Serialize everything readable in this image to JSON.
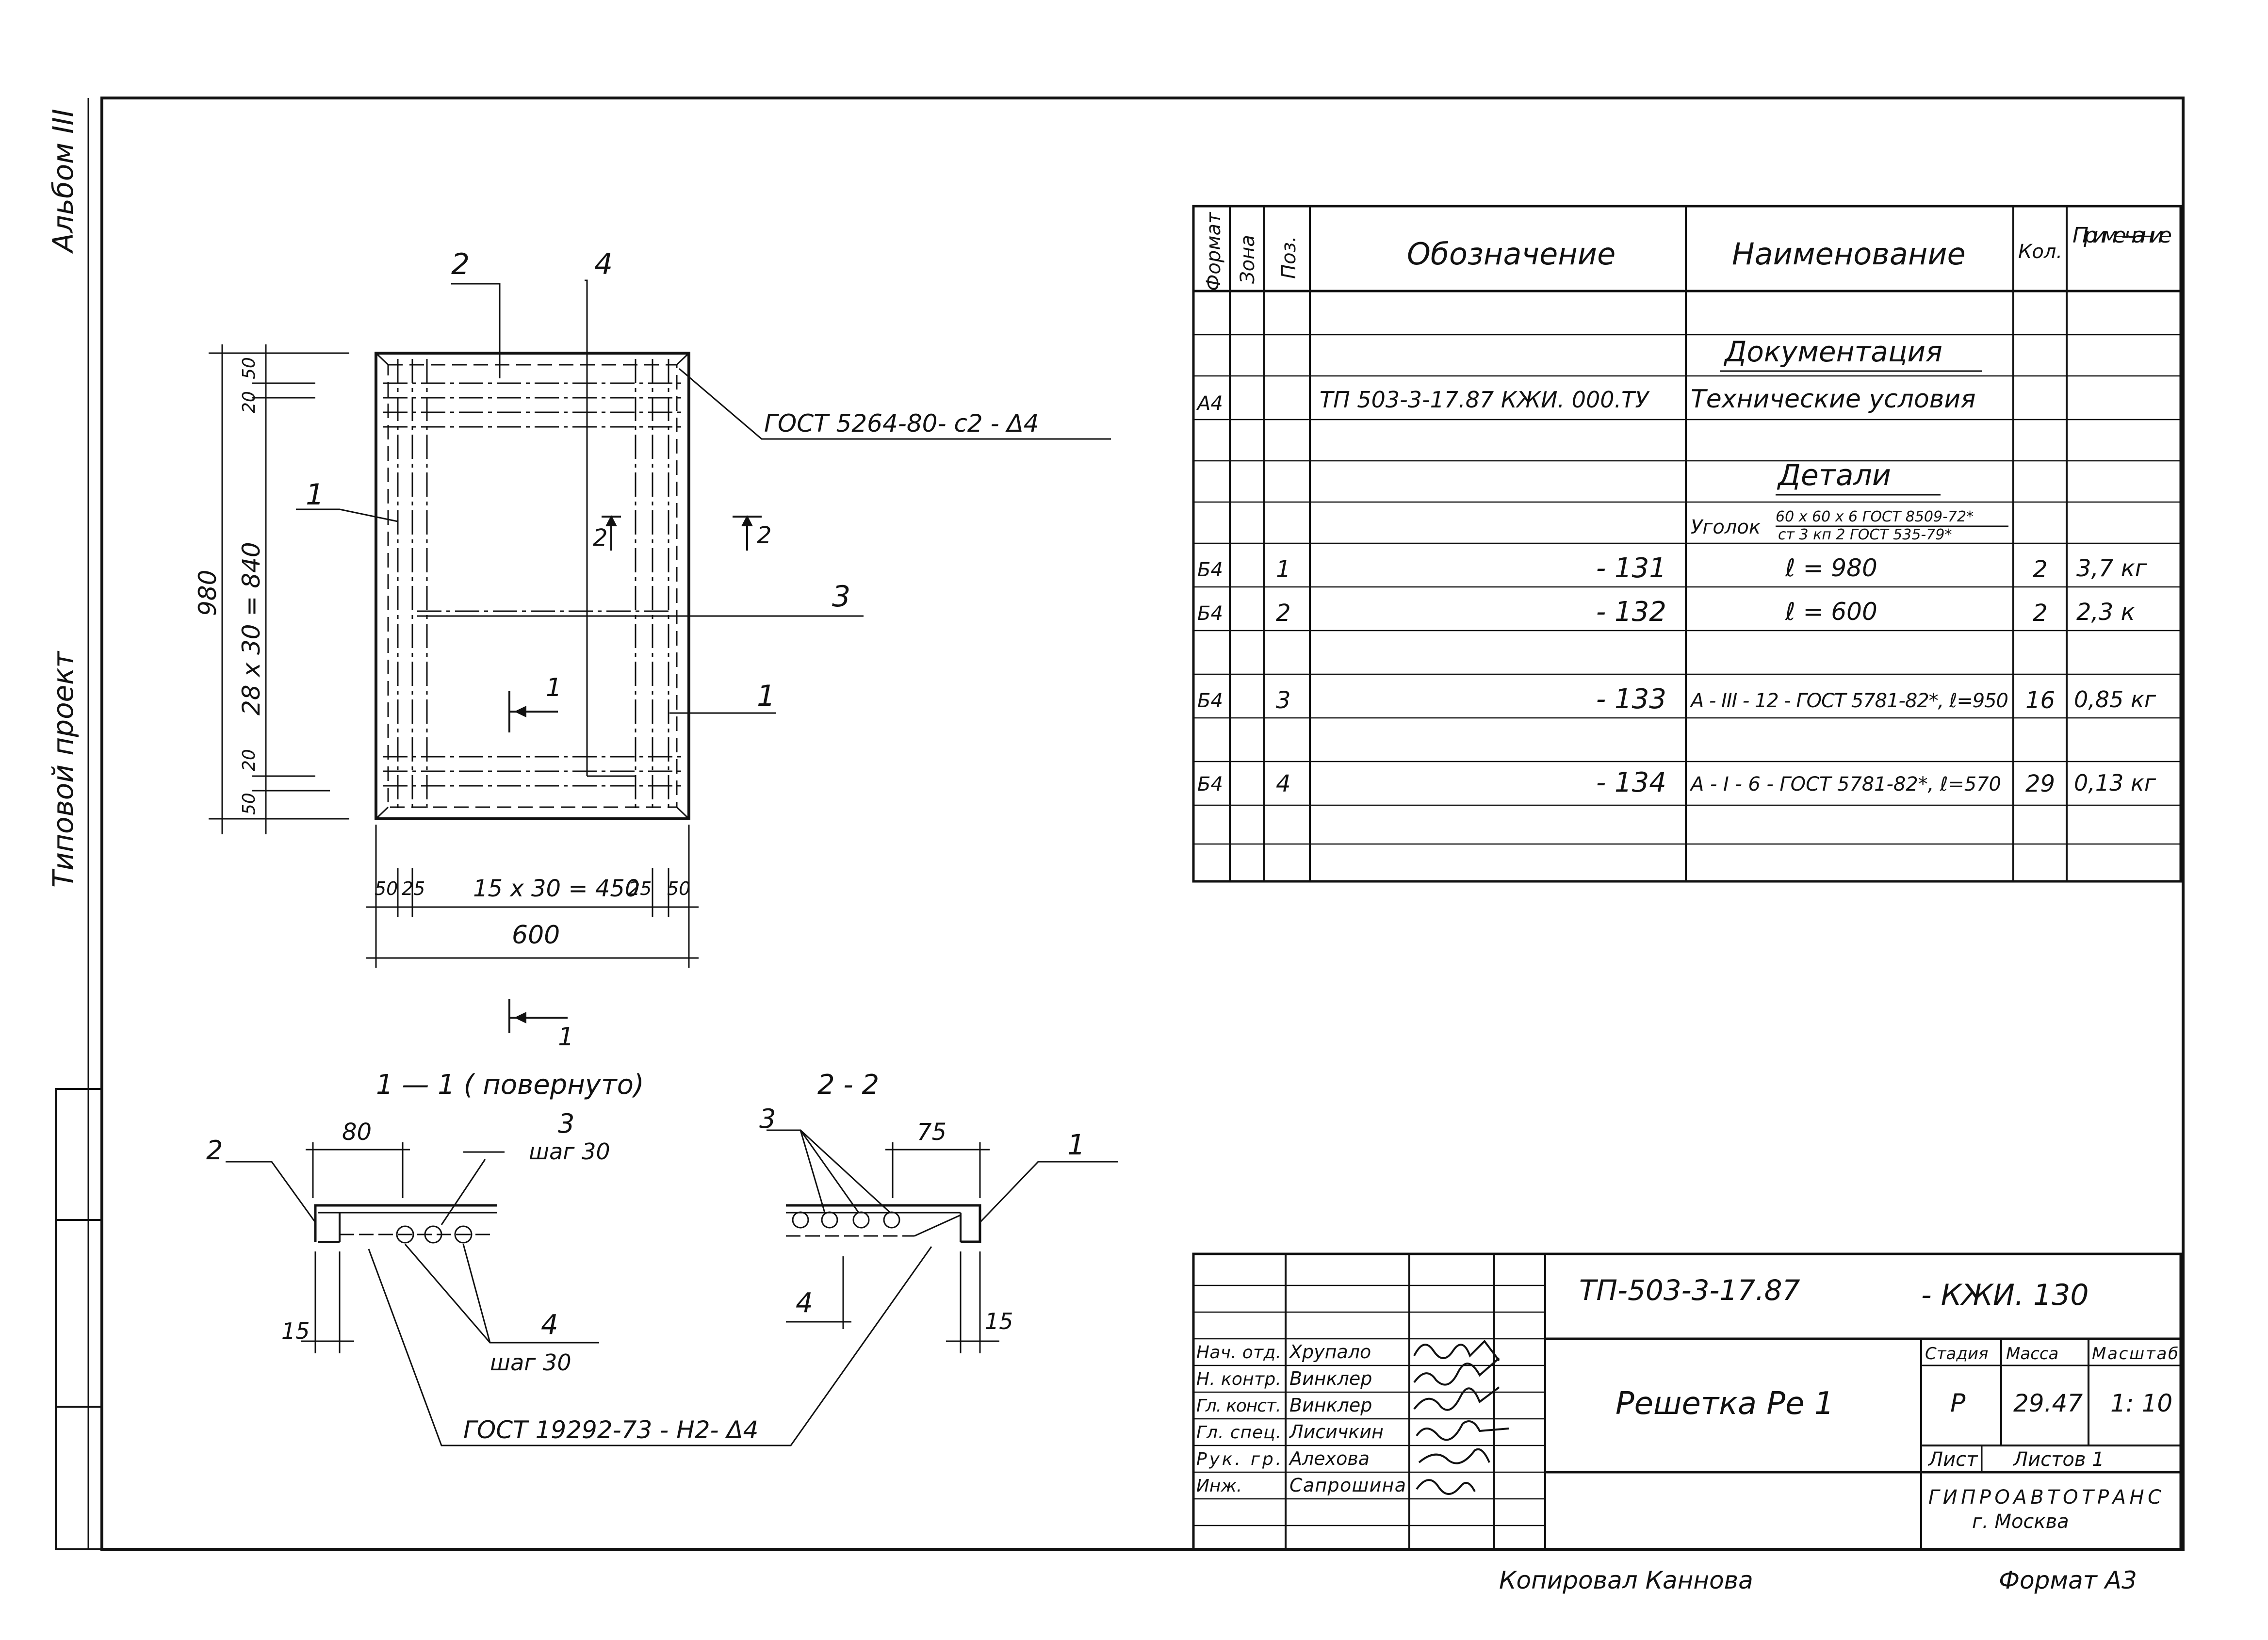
{
  "margin": {
    "album": "Альбом III",
    "project": "Типовой проект"
  },
  "plan": {
    "dim_600": "600",
    "dim_980": "980",
    "dim_840": "28 x 30 = 840",
    "dim_450": "15 x 30 = 450",
    "dim_50": "50",
    "dim_25": "25",
    "dim_20": "20",
    "pos_1": "1",
    "pos_2": "2",
    "pos_3": "3",
    "pos_4": "4",
    "cut_1": "1",
    "cut_2": "2",
    "weld_top": "ГОСТ 5264-80- с2 - Δ4"
  },
  "sections": {
    "s11_title": "1 — 1 ( повернуто)",
    "s22_title": "2 - 2",
    "dim_80": "80",
    "dim_75": "75",
    "dim_15": "15",
    "step_30": "шаг 30",
    "weld_bottom": "ГОСТ 19292-73 - Н2- Δ4"
  },
  "spec": {
    "headers": [
      "Формат",
      "Зона",
      "Поз.",
      "Обозначение",
      "Наименование",
      "Кол.",
      "Приме-чание"
    ],
    "doc_section": "Документация",
    "doc_row": {
      "format": "А4",
      "designation": "ТП 503-3-17.87  КЖИ. 000.ТУ",
      "name": "Технические условия"
    },
    "details_section": "Детали",
    "angle_label": "Уголок",
    "angle_spec_top": "60 x 60 x 6 ГОСТ 8509-72*",
    "angle_spec_bottom": "ст 3 кп 2 ГОСТ 535-79*",
    "rows": [
      {
        "format": "Б4",
        "pos": "1",
        "designation": "- 131",
        "name": "ℓ = 980",
        "qty": "2",
        "note": "3,7 кг"
      },
      {
        "format": "Б4",
        "pos": "2",
        "designation": "- 132",
        "name": "ℓ = 600",
        "qty": "2",
        "note": "2,3 к"
      },
      {
        "format": "Б4",
        "pos": "3",
        "designation": "- 133",
        "name": "А - III - 12 - ГОСТ 5781-82*, ℓ=950",
        "qty": "16",
        "note": "0,85 кг"
      },
      {
        "format": "Б4",
        "pos": "4",
        "designation": "- 134",
        "name": "А - I - 6 - ГОСТ 5781-82*, ℓ=570",
        "qty": "29",
        "note": "0,13 кг"
      }
    ]
  },
  "title_block": {
    "code": "ТП-503-3-17.87",
    "mark": "- КЖИ. 130",
    "name": "Решетка Ре 1",
    "stage_label": "Стадия",
    "mass_label": "Масса",
    "scale_label": "Масштаб",
    "stage": "Р",
    "mass": "29.47",
    "scale": "1: 10",
    "sheet_label": "Лист",
    "sheets_label": "Листов 1",
    "org": "ГИПРОАВТОТРАНС",
    "city": "г. Москва",
    "people": [
      {
        "role": "Нач. отд.",
        "name": "Хрупало"
      },
      {
        "role": "Н. контр.",
        "name": "Винклер"
      },
      {
        "role": "Гл. конст.",
        "name": "Винклер"
      },
      {
        "role": "Гл. спец.",
        "name": "Лисичкин"
      },
      {
        "role": "Рук. гр.",
        "name": "Алехова"
      },
      {
        "role": "Инж.",
        "name": "Сапрошина"
      }
    ]
  },
  "footer": {
    "copied": "Копировал Каннова",
    "format": "Формат А3"
  },
  "colors": {
    "ink": "#111111",
    "paper": "#ffffff"
  }
}
